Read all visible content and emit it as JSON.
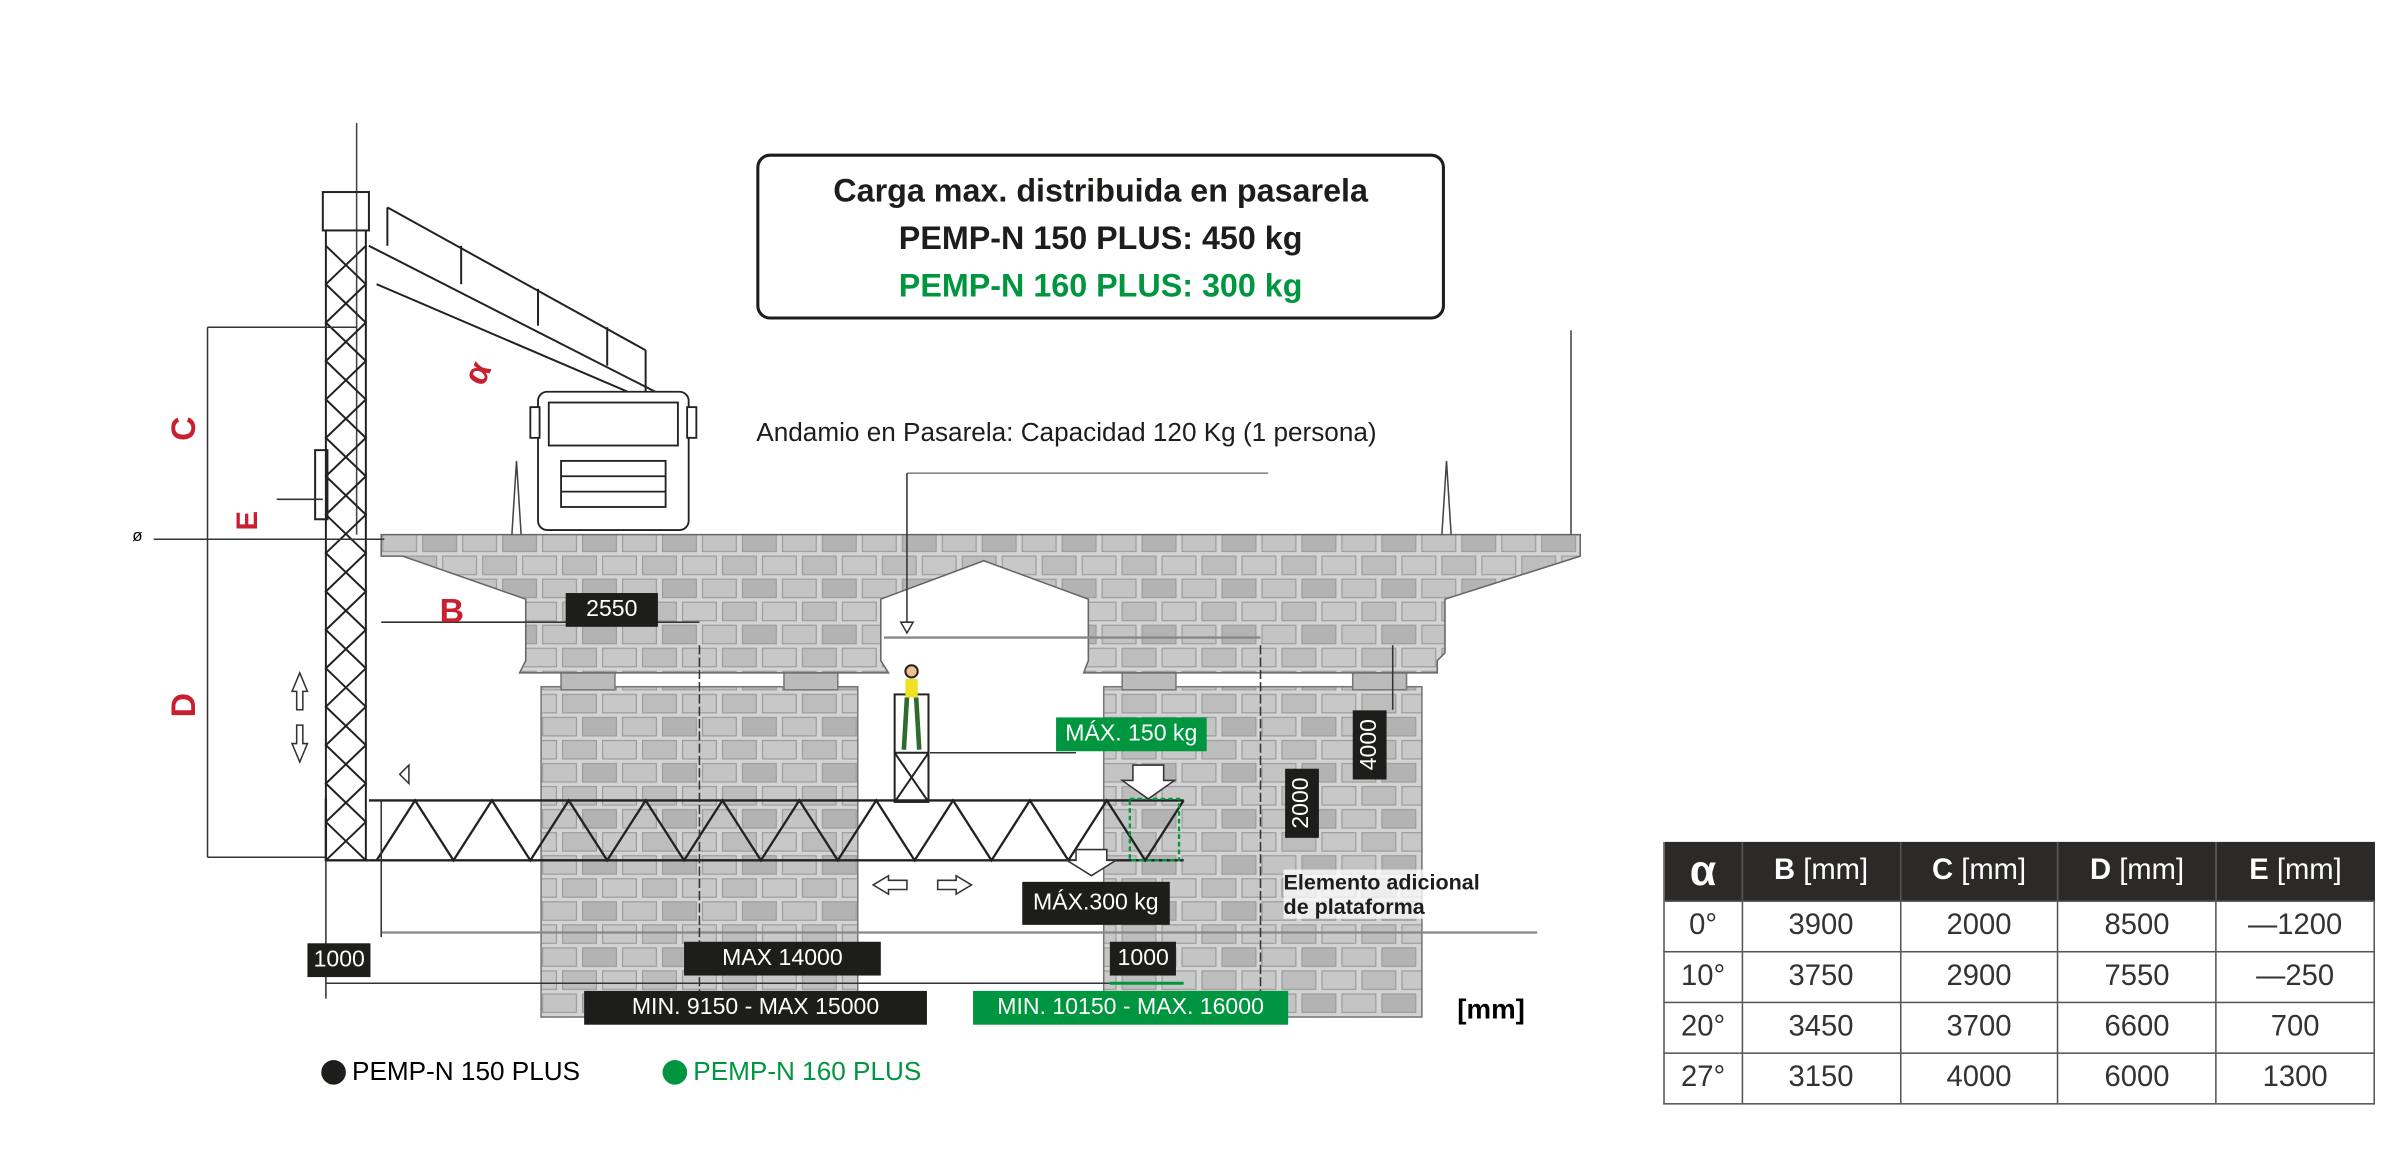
{
  "load_box": {
    "title": "Carga max. distribuida en pasarela",
    "line_150": "PEMP-N 150 PLUS: 450 kg",
    "line_160": "PEMP-N 160 PLUS: 300 kg"
  },
  "scaffold_note": "Andamio en Pasarela: Capacidad 120 Kg (1 persona)",
  "dimension_letters": {
    "alpha": "α",
    "b": "B",
    "c": "C",
    "d": "D",
    "e": "E",
    "zero": "ø"
  },
  "dimensions": {
    "d2550": "2550",
    "max150": "MÁX. 150 kg",
    "d4000": "4000",
    "d2000": "2000",
    "max300": "MÁX.300 kg",
    "extra_element_1": "Elemento adicional",
    "extra_element_2": "de plataforma",
    "left1000": "1000",
    "max14000": "MAX 14000",
    "right1000": "1000",
    "range150": "MIN. 9150 - MAX 15000",
    "range160": "MIN. 10150 - MAX. 16000",
    "unit": "[mm]"
  },
  "legend": [
    {
      "label": "PEMP-N 150 PLUS",
      "color": "#1d1d1b"
    },
    {
      "label": "PEMP-N 160 PLUS",
      "color": "#00963f"
    }
  ],
  "colors": {
    "green": "#00963f",
    "red": "#c8202f",
    "dark": "#1d1d1b",
    "stone": "#c9c9c9"
  },
  "table": {
    "headers": [
      {
        "bold": "α",
        "unit": ""
      },
      {
        "bold": "B",
        "unit": " [mm]"
      },
      {
        "bold": "C",
        "unit": " [mm]"
      },
      {
        "bold": "D",
        "unit": " [mm]"
      },
      {
        "bold": "E",
        "unit": " [mm]"
      }
    ],
    "rows": [
      [
        "0°",
        "3900",
        "2000",
        "8500",
        "—1200"
      ],
      [
        "10°",
        "3750",
        "2900",
        "7550",
        "—250"
      ],
      [
        "20°",
        "3450",
        "3700",
        "6600",
        "700"
      ],
      [
        "27°",
        "3150",
        "4000",
        "6000",
        "1300"
      ]
    ]
  }
}
